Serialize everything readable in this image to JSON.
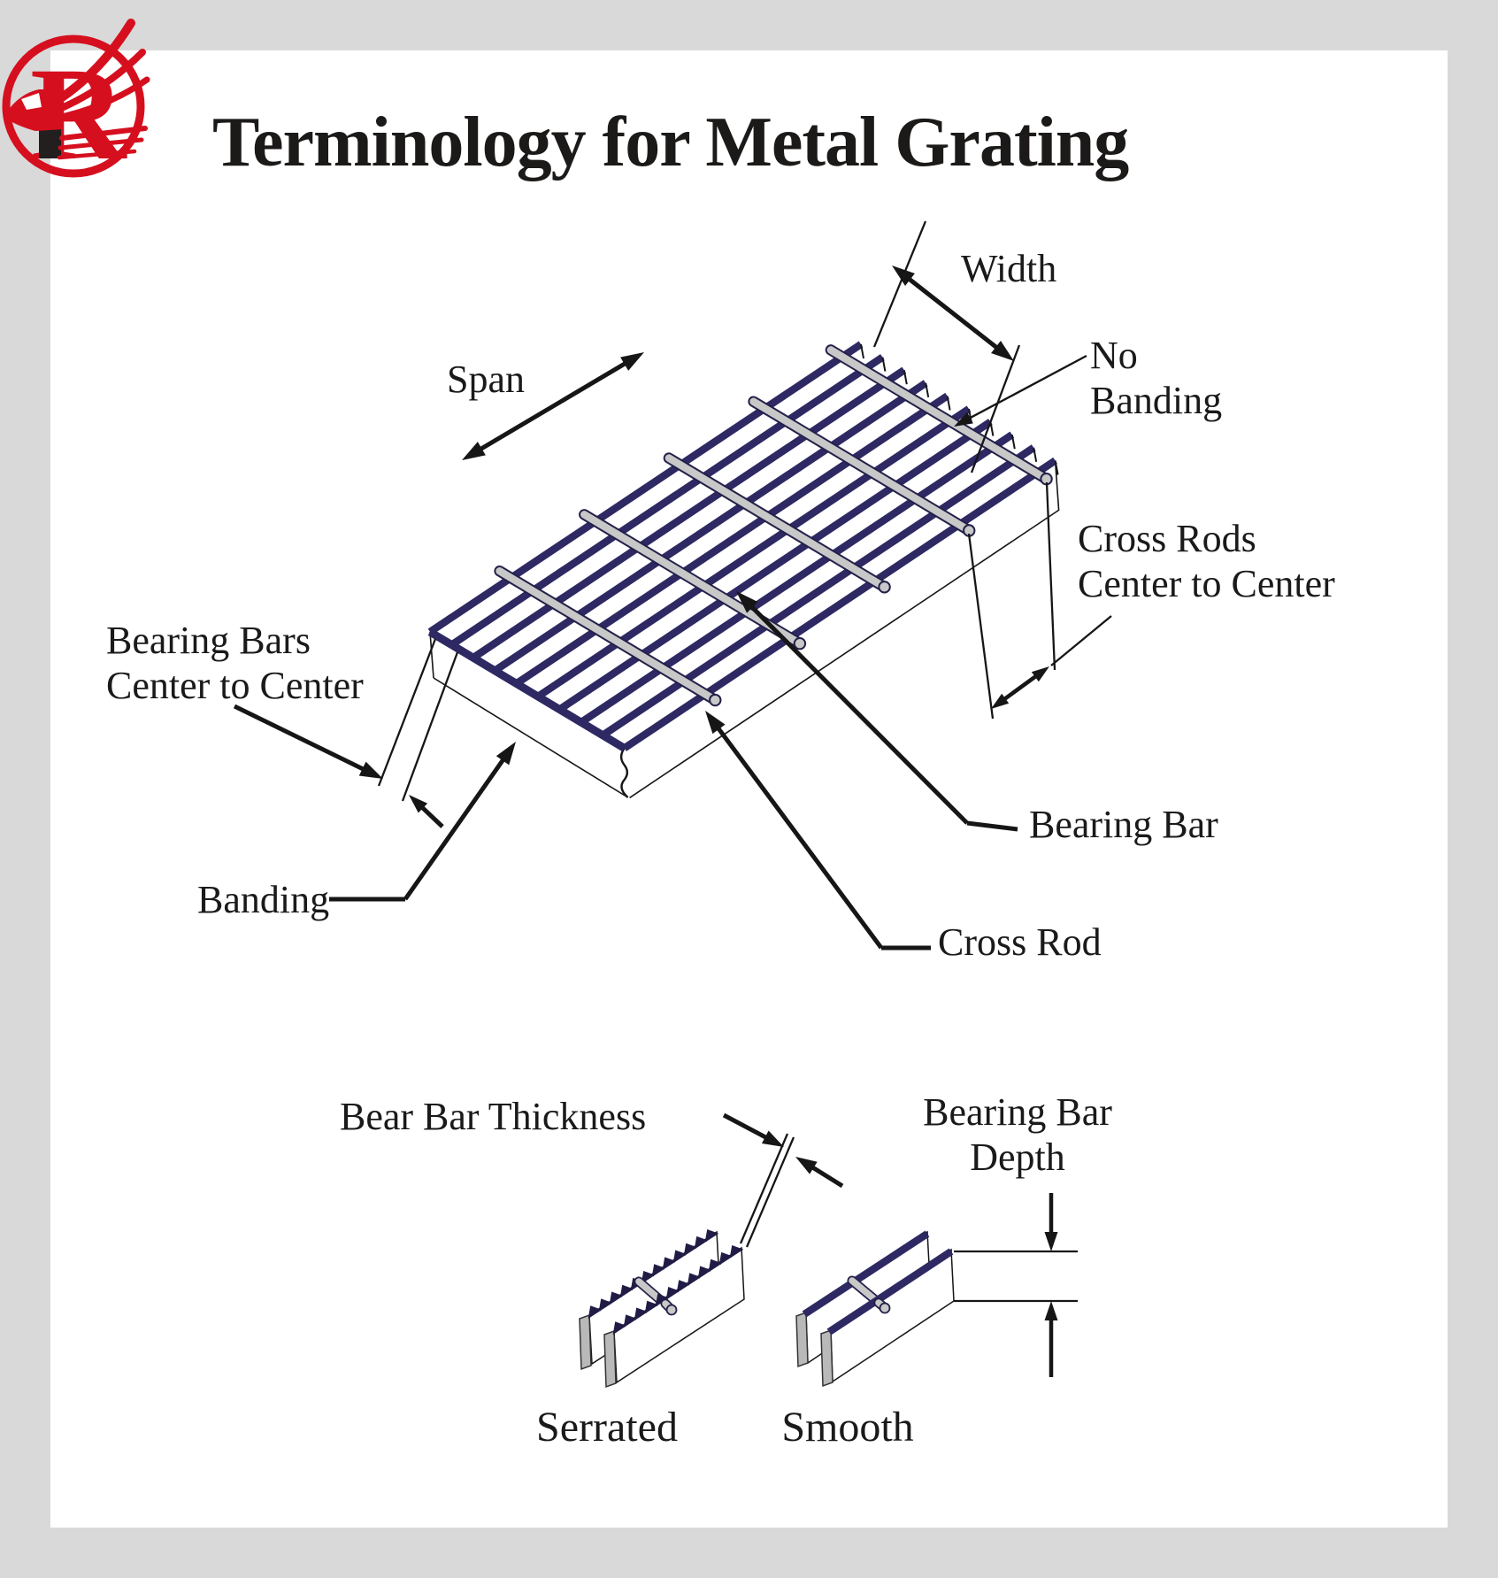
{
  "title": "Terminology for Metal Grating",
  "logo": {
    "name": "eagle-r-logo",
    "letter": "R"
  },
  "diagram_labels": {
    "width": "Width",
    "span": "Span",
    "no_banding_1": "No",
    "no_banding_2": "Banding",
    "cross_rods_1": "Cross Rods",
    "cross_rods_2": "Center to Center",
    "bearing_bars_1": "Bearing Bars",
    "bearing_bars_2": "Center to Center",
    "bearing_bar": "Bearing Bar",
    "banding": "Banding",
    "cross_rod": "Cross Rod",
    "thickness": "Bear Bar Thickness",
    "depth_1": "Bearing Bar",
    "depth_2": "Depth",
    "serrated": "Serrated",
    "smooth": "Smooth"
  },
  "colors": {
    "bar_navy": "#2e2963",
    "serration_navy": "#201c46",
    "rod_gray": "#c8c8c8",
    "rod_outline": "#23204a",
    "cap_gray": "#b9b9b9",
    "line_black": "#161616",
    "text_black": "#1a1a1a",
    "logo_red": "#d60f1e",
    "frame_gray": "#d9d9d9",
    "card_white": "#ffffff"
  }
}
